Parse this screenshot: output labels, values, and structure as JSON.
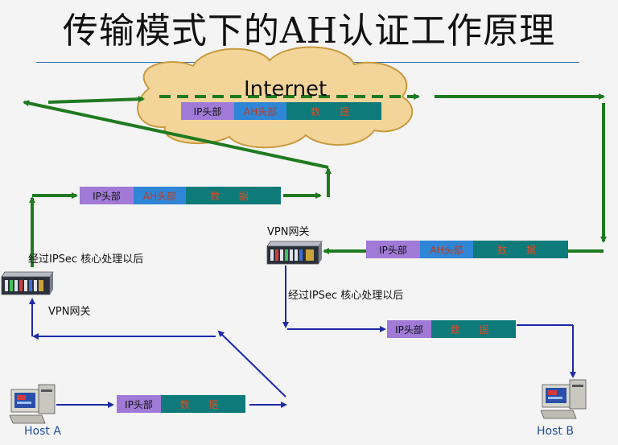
{
  "title": "传输模式下的AH认证工作原理",
  "internet_label": "Internet",
  "packets": {
    "cloud": {
      "ip": "IP头部",
      "ah": "AH头部",
      "data": "数 据"
    },
    "left_upper": {
      "ip": "IP头部",
      "ah": "AH头部",
      "data": "数 据"
    },
    "right_mid": {
      "ip": "IP头部",
      "ah": "AH头部",
      "data": "数 据"
    },
    "right_lower": {
      "ip": "IP头部",
      "data": "数 据"
    },
    "bottom_left": {
      "ip": "IP头部",
      "data": "数 据"
    }
  },
  "labels": {
    "vpn_gateway_left": "VPN网关",
    "vpn_gateway_right": "VPN网关",
    "process_left": "经过IPSec 核心处理以后",
    "process_right": "经过IPSec 核心处理以后",
    "host_a": "Host A",
    "host_b": "Host B"
  },
  "colors": {
    "green_arrow": "#1f7a1f",
    "blue_arrow": "#1c2aa8",
    "cloud_fill": "#f3d59a",
    "ip_header": "#a07ad6",
    "ah_header": "#2f86d6",
    "payload": "#0e7a7a"
  }
}
